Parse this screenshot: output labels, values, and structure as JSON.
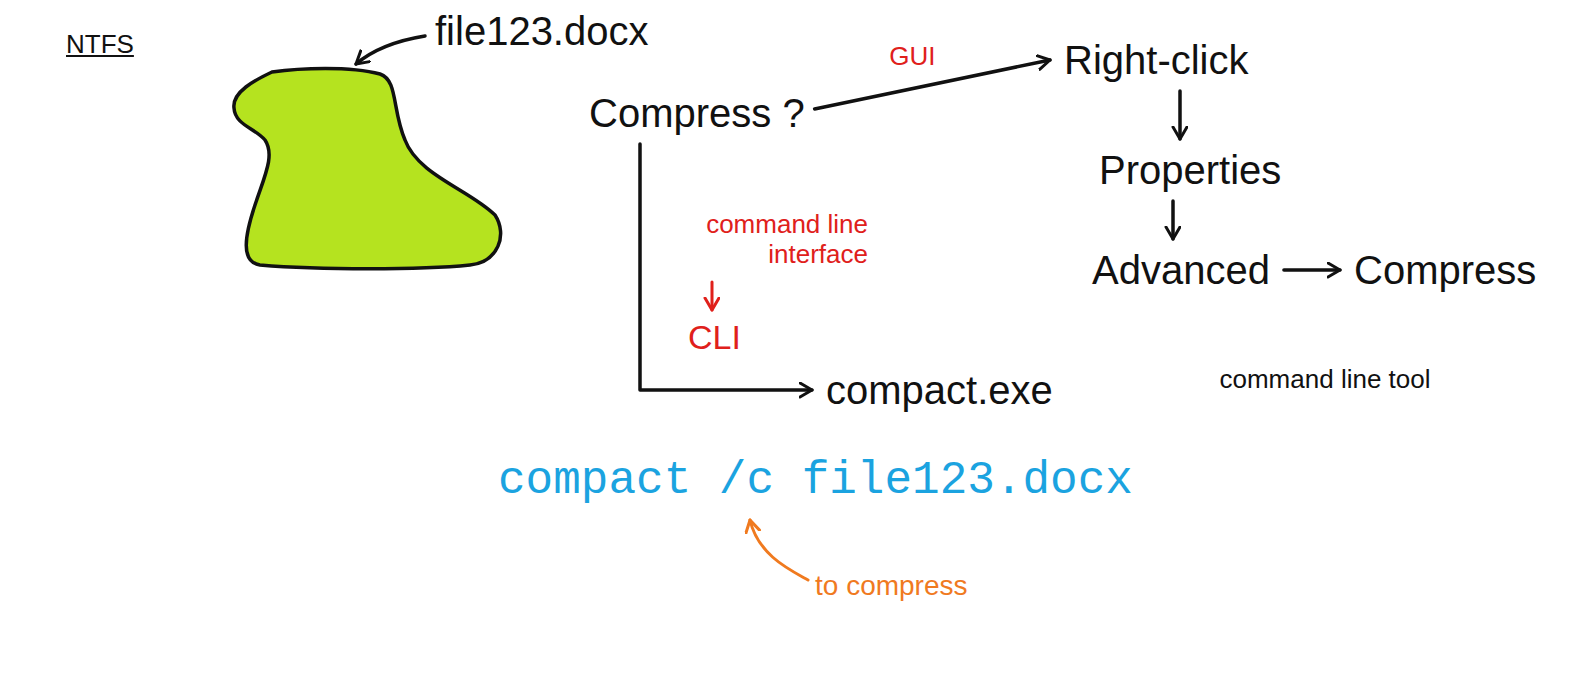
{
  "diagram": {
    "nodes": [
      {
        "text": [
          "Compress ?"
        ]
      },
      {
        "text": [
          "Right-click"
        ]
      },
      {
        "text": [
          "Properties"
        ]
      },
      {
        "text": [
          "Advanced"
        ]
      },
      {
        "text": [
          "Compress"
        ]
      },
      {
        "text": [
          "compact.exe"
        ]
      }
    ],
    "edges": [
      {
        "from": 0,
        "to": 1,
        "arrow": "to",
        "label": "GUI"
      },
      {
        "from": 1,
        "to": 2,
        "arrow": "to"
      },
      {
        "from": 2,
        "to": 3,
        "arrow": "to"
      },
      {
        "from": 3,
        "to": 4,
        "arrow": "to"
      },
      {
        "from": 0,
        "to": 5,
        "arrow": "to"
      }
    ],
    "labels": [
      "NTFS",
      "file123.docx",
      "command line interface",
      "CLI",
      "command line tool",
      "compact /c file123.docx",
      "to compress"
    ]
  }
}
